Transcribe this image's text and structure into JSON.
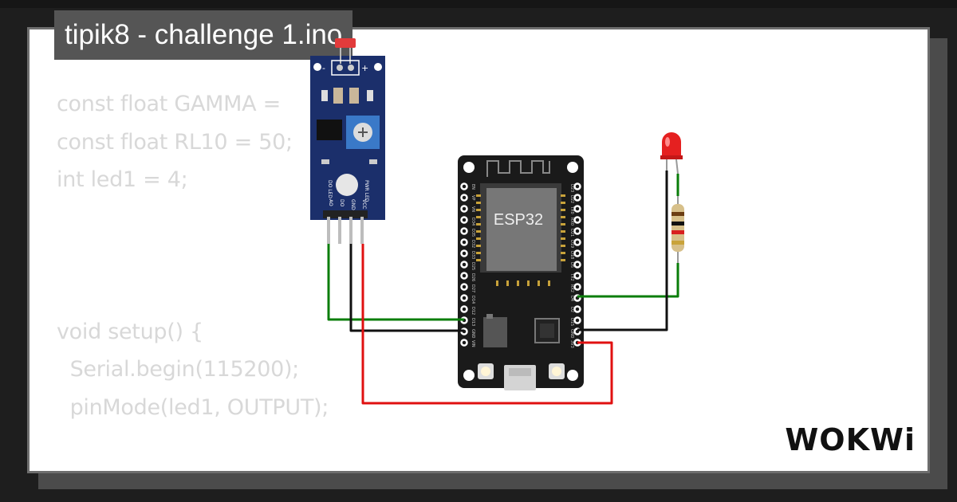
{
  "title": "tipik8 - challenge 1.ino",
  "code_lines": [
    "const float GAMMA = ",
    "const float RL10 = 50;",
    "int led1 = 4;",
    "",
    "",
    "",
    "void setup() {",
    "  Serial.begin(115200);",
    "  pinMode(led1, OUTPUT);",
    "",
    "}"
  ],
  "logo": "WOKWi",
  "esp32": {
    "chip_label": "ESP32",
    "left_pins": [
      "EN",
      "VP",
      "VN",
      "D34",
      "D35",
      "D32",
      "D33",
      "D25",
      "D26",
      "D27",
      "D14",
      "D12",
      "D13",
      "GND",
      "VIN"
    ],
    "right_pins": [
      "D23",
      "D22",
      "TX0",
      "RX0",
      "D21",
      "D19",
      "D18",
      "D5",
      "TX2",
      "RX2",
      "D4",
      "D2",
      "D15",
      "GND",
      "3V3"
    ]
  },
  "ldr_module": {
    "top_labels": [
      "-",
      "+"
    ],
    "side_labels": [
      "PWR LED",
      "DO LED"
    ],
    "pins": [
      "AO",
      "DO",
      "GND",
      "VCC"
    ]
  },
  "colors": {
    "wire_green": "#0a7d0a",
    "wire_black": "#111111",
    "wire_red": "#e01010",
    "board_black": "#1a1a1a",
    "module_blue": "#1b2f6b",
    "led_red": "#e52020"
  }
}
